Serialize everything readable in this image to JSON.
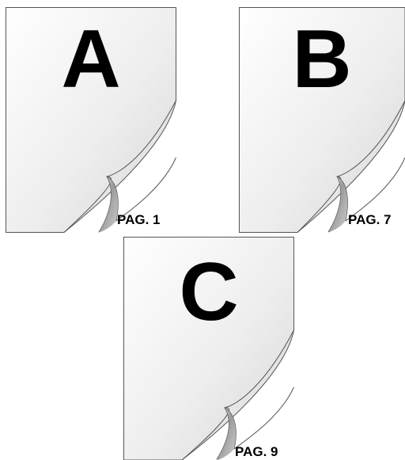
{
  "pages": [
    {
      "letter": "A",
      "page_label": "PAG. 1"
    },
    {
      "letter": "B",
      "page_label": "PAG. 7"
    },
    {
      "letter": "C",
      "page_label": "PAG. 9"
    }
  ],
  "colors": {
    "paper_light": "#ffffff",
    "paper_shade": "#dedede",
    "border": "#555555",
    "curl_shadow": "#8a8a8a",
    "text": "#000000"
  },
  "icons": [
    "page-curl-icon"
  ]
}
